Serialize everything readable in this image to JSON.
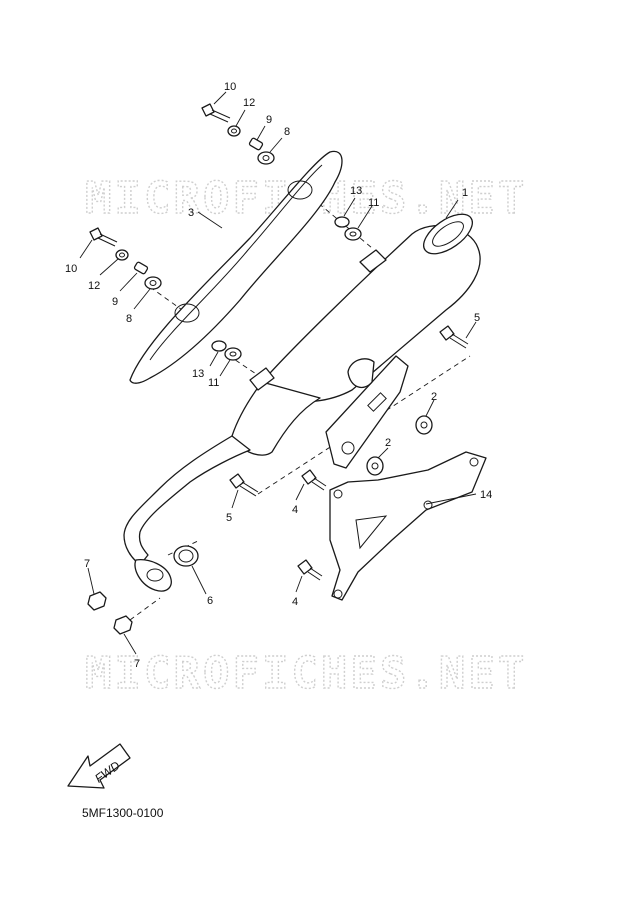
{
  "watermarks": [
    "MICROFICHES.NET",
    "MICROFICHES.NET"
  ],
  "direction_label": "FWD",
  "diagram_code": "5MF1300-0100",
  "callouts": [
    "1",
    "2",
    "2",
    "3",
    "4",
    "4",
    "5",
    "5",
    "6",
    "7",
    "7",
    "8",
    "8",
    "9",
    "9",
    "10",
    "10",
    "11",
    "11",
    "12",
    "12",
    "13",
    "13",
    "14"
  ],
  "colors": {
    "line": "#1a1a1a",
    "watermark": "#cfcfcf",
    "background": "#ffffff"
  }
}
